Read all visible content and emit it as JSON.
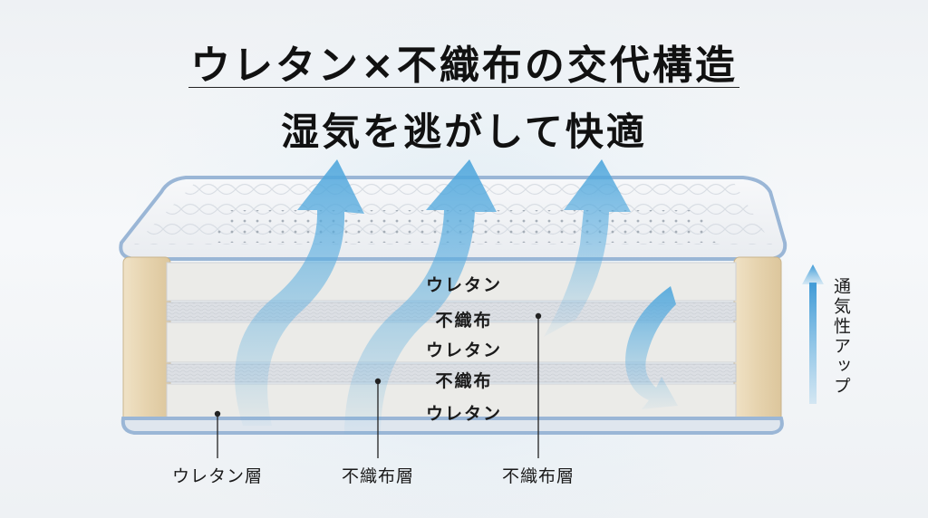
{
  "title": {
    "line1": "ウレタン×不織布の交代構造",
    "line2": "湿気を逃がして快適"
  },
  "layers": [
    {
      "label": "ウレタン",
      "kind": "urethane"
    },
    {
      "label": "不織布",
      "kind": "nonwoven"
    },
    {
      "label": "ウレタン",
      "kind": "urethane"
    },
    {
      "label": "不織布",
      "kind": "nonwoven"
    },
    {
      "label": "ウレタン",
      "kind": "urethane"
    }
  ],
  "callouts": [
    {
      "label": "ウレタン層"
    },
    {
      "label": "不織布層"
    },
    {
      "label": "不織布層"
    }
  ],
  "side_label": "通気性アップ",
  "colors": {
    "airflow": "#5aaee0",
    "mattress_border": "#9ab6d6",
    "wood": "#e8d6b4",
    "urethane": "#ebebe8",
    "nonwoven": "#dcdfe4"
  }
}
